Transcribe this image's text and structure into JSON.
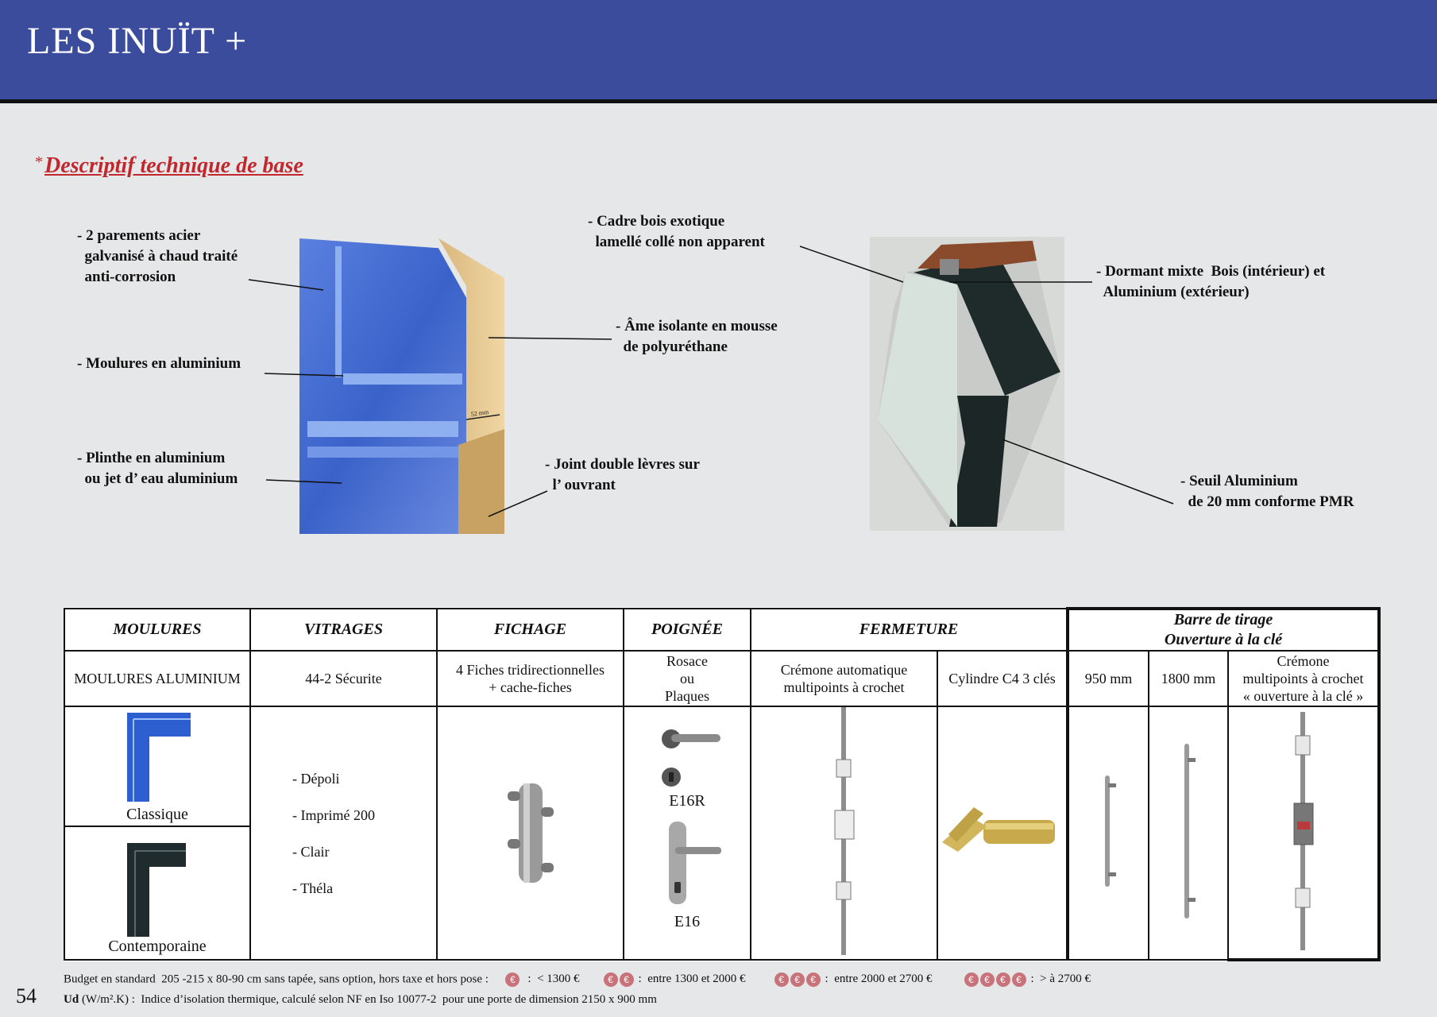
{
  "header": {
    "title": "LES INUÏT +"
  },
  "section": {
    "star": "*",
    "title": "Descriptif technique de base"
  },
  "callouts_left": {
    "parements": "- 2 parements acier\n  galvanisé à chaud traité\n  anti-corrosion",
    "moulures": "- Moulures en aluminium",
    "plinthe": "- Plinthe en aluminium\n  ou jet d’ eau aluminium",
    "cadre": "- Cadre bois exotique\n  lamellé collé non apparent",
    "ame": "- Âme isolante en mousse\n  de polyuréthane",
    "joint": "- Joint double lèvres sur\n  l’ ouvrant",
    "measure": "52 mm"
  },
  "callouts_right": {
    "dormant": "- Dormant mixte  Bois (intérieur) et\n  Aluminium (extérieur)",
    "seuil": "- Seuil Aluminium\n  de 20 mm conforme PMR"
  },
  "table": {
    "headers": {
      "moulures": "MOULURES",
      "vitrages": "VITRAGES",
      "fichage": "FICHAGE",
      "poignee": "POIGNÉE",
      "fermeture": "FERMETURE",
      "barre_line1": "Barre de tirage",
      "barre_line2": "Ouverture à la clé"
    },
    "sub": {
      "moulures": "MOULURES ALUMINIUM",
      "vitrages": "44-2 Sécurite",
      "fichage_l1": "4 Fiches tridirectionnelles",
      "fichage_l2": "+ cache-fiches",
      "poignee_l1": "Rosace",
      "poignee_l2": "ou",
      "poignee_l3": "Plaques",
      "cremone_l1": "Crémone automatique",
      "cremone_l2": "multipoints à crochet",
      "cylindre": "Cylindre C4 3 clés",
      "b950": "950 mm",
      "b1800": "1800 mm",
      "cremone2_l1": "Crémone",
      "cremone2_l2": "multipoints à crochet",
      "cremone2_l3": "« ouverture à la clé »"
    },
    "moulure_classique": "Classique",
    "moulure_contemporaine": "Contemporaine",
    "vitrage_options": [
      "- Dépoli",
      "- Imprimé 200",
      "- Clair",
      "- Théla"
    ],
    "poignee_e16r": "E16R",
    "poignee_e16": "E16"
  },
  "footer": {
    "budget_label": "Budget en standard  205 -215 x 80-90 cm sans tapée, sans option, hors taxe et hors pose :",
    "euro_symbol": "€",
    "tier1": ":  < 1300 €",
    "tier2": ":  entre 1300 et 2000 €",
    "tier3": ":  entre 2000 et 2700 €",
    "tier4": ":  > à 2700 €",
    "ud_bold": "Ud",
    "ud_text": " (W/m².K) :  Indice d’isolation thermique, calculé selon NF en Iso 10077-2  pour une porte de dimension 2150 x 900 mm"
  },
  "page_number": "54",
  "colors": {
    "header": "#3b4c9c",
    "accent_red": "#c1272d",
    "euro_badge": "#c8727a",
    "panel_blue": "#3a62c9"
  }
}
